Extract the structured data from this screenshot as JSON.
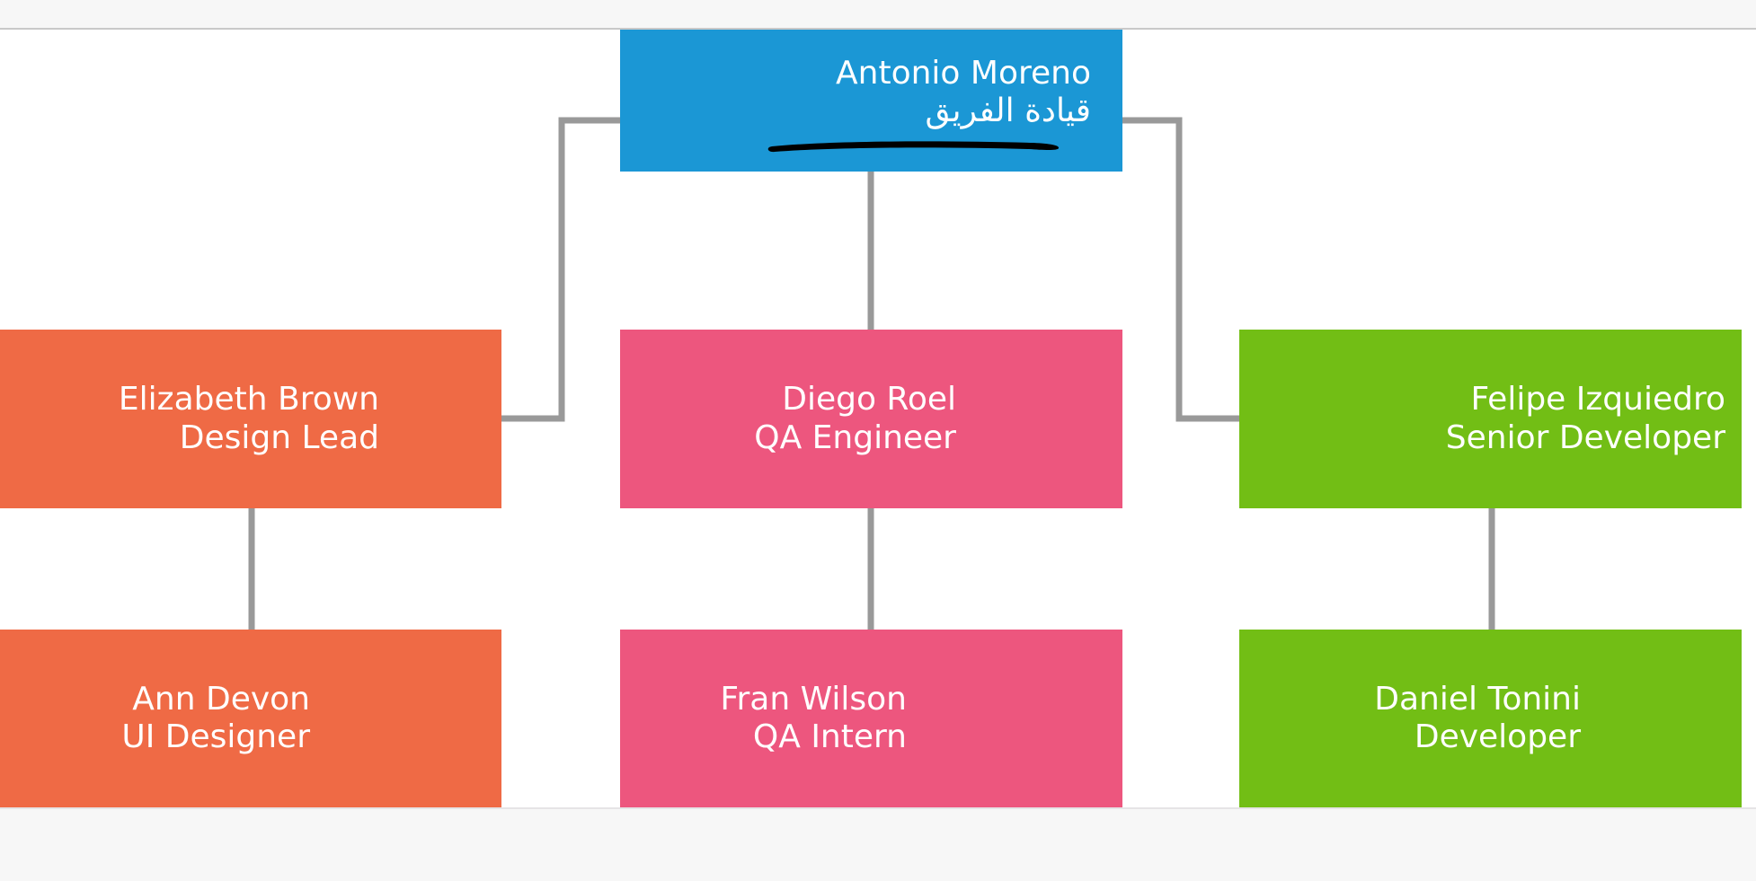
{
  "chart_data": {
    "type": "diagram",
    "diagram_type": "org-chart",
    "title": "",
    "orientation": "top-down",
    "levels": 3,
    "nodes": [
      {
        "id": "root",
        "name": "Antonio Moreno",
        "subtitle": "قيادة الفريق",
        "role": "",
        "color": "#1b97d5",
        "level": 0,
        "column": "center",
        "annotated": true,
        "annotation": "black-underline-stroke"
      },
      {
        "id": "design-lead",
        "name": "Elizabeth Brown",
        "role": "Design Lead",
        "color": "#ef6a45",
        "level": 1,
        "column": "left",
        "parent": "root"
      },
      {
        "id": "qa-engineer",
        "name": "Diego Roel",
        "role": "QA Engineer",
        "color": "#ed567e",
        "level": 1,
        "column": "center",
        "parent": "root"
      },
      {
        "id": "senior-developer",
        "name": "Felipe Izquiedro",
        "role": "Senior Developer",
        "color": "#72be15",
        "level": 1,
        "column": "right",
        "parent": "root"
      },
      {
        "id": "ui-designer",
        "name": "Ann Devon",
        "role": "UI Designer",
        "color": "#ef6a45",
        "level": 2,
        "column": "left",
        "parent": "design-lead"
      },
      {
        "id": "qa-intern",
        "name": "Fran Wilson",
        "role": "QA Intern",
        "color": "#ed567e",
        "level": 2,
        "column": "center",
        "parent": "qa-engineer"
      },
      {
        "id": "developer",
        "name": "Daniel Tonini",
        "role": "Developer",
        "color": "#72be15",
        "level": 2,
        "column": "right",
        "parent": "senior-developer"
      }
    ],
    "edges": [
      {
        "from": "root",
        "to": "design-lead",
        "style": "elbow-left"
      },
      {
        "from": "root",
        "to": "qa-engineer",
        "style": "straight"
      },
      {
        "from": "root",
        "to": "senior-developer",
        "style": "elbow-right"
      },
      {
        "from": "design-lead",
        "to": "ui-designer",
        "style": "straight"
      },
      {
        "from": "qa-engineer",
        "to": "qa-intern",
        "style": "straight"
      },
      {
        "from": "senior-developer",
        "to": "developer",
        "style": "straight"
      }
    ],
    "connector_color": "#999999",
    "annotation_color": "#000000",
    "background": "#ffffff",
    "band_color": "#f7f7f7"
  },
  "nodes": {
    "root": {
      "name": "Antonio Moreno",
      "subtitle": "قيادة الفريق"
    },
    "design_lead": {
      "name": "Elizabeth Brown",
      "role": "Design Lead"
    },
    "qa_engineer": {
      "name": "Diego Roel",
      "role": "QA Engineer"
    },
    "senior_developer": {
      "name": "Felipe Izquiedro",
      "role": "Senior Developer"
    },
    "ui_designer": {
      "name": "Ann Devon",
      "role": "UI Designer"
    },
    "qa_intern": {
      "name": "Fran Wilson",
      "role": "QA Intern"
    },
    "developer": {
      "name": "Daniel Tonini",
      "role": "Developer"
    }
  },
  "colors": {
    "root": "#1b97d5",
    "orange": "#ef6a45",
    "pink": "#ed567e",
    "green": "#72be15",
    "connector": "#999999",
    "annotation": "#000000",
    "band": "#f7f7f7"
  }
}
